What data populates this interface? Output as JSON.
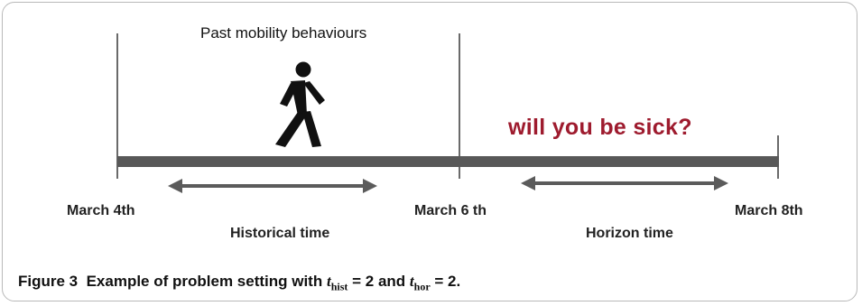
{
  "figure": {
    "title_top": "Past mobility behaviours",
    "question": "will you be sick?",
    "dates": {
      "start": "March 4th",
      "middle": "March 6 th",
      "end": "March 8th"
    },
    "spans": {
      "historical": "Historical time",
      "horizon": "Horizon time"
    },
    "icon": "walking-person-icon",
    "colors": {
      "timeline": "#555555",
      "question": "#9e1b2e",
      "arrows": "#555555"
    }
  },
  "caption": {
    "label": "Figure 3",
    "text_before": "Example of problem setting with",
    "var1": "t",
    "sub1": "hist",
    "eq1": "= 2 and",
    "var2": "t",
    "sub2": "hor",
    "eq2": "= 2."
  }
}
